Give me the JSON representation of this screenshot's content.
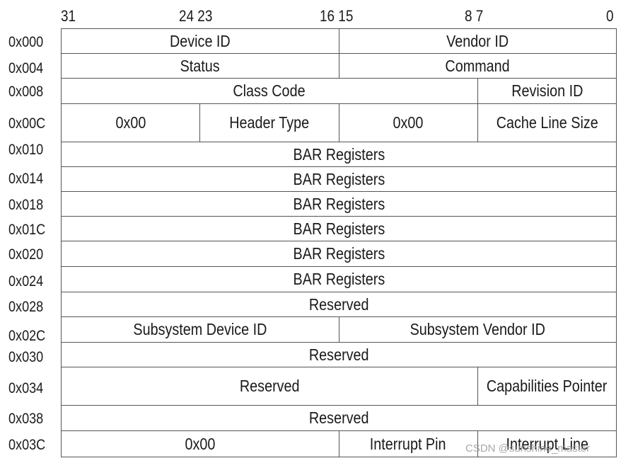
{
  "bit_labels": {
    "b31": "31",
    "b24_23": "24 23",
    "b16_15": "16 15",
    "b8_7": "8 7",
    "b0": "0"
  },
  "rows": [
    {
      "offset": "0x000",
      "fields": [
        {
          "label": "Device ID",
          "span": 2
        },
        {
          "label": "Vendor ID",
          "span": 2
        }
      ]
    },
    {
      "offset": "0x004",
      "fields": [
        {
          "label": "Status",
          "span": 2
        },
        {
          "label": "Command",
          "span": 2
        }
      ]
    },
    {
      "offset": "0x008",
      "fields": [
        {
          "label": "Class Code",
          "span": 3
        },
        {
          "label": "Revision ID",
          "span": 1
        }
      ]
    },
    {
      "offset": "0x00C",
      "fields": [
        {
          "label": "0x00",
          "span": 1
        },
        {
          "label": "Header Type",
          "span": 1
        },
        {
          "label": "0x00",
          "span": 1
        },
        {
          "label": "Cache Line Size",
          "span": 1
        }
      ]
    },
    {
      "offset": "0x010",
      "fields": [
        {
          "label": "BAR Registers",
          "span": 4
        }
      ]
    },
    {
      "offset": "0x014",
      "fields": [
        {
          "label": "BAR Registers",
          "span": 4
        }
      ]
    },
    {
      "offset": "0x018",
      "fields": [
        {
          "label": "BAR Registers",
          "span": 4
        }
      ]
    },
    {
      "offset": "0x01C",
      "fields": [
        {
          "label": "BAR Registers",
          "span": 4
        }
      ]
    },
    {
      "offset": "0x020",
      "fields": [
        {
          "label": "BAR Registers",
          "span": 4
        }
      ]
    },
    {
      "offset": "0x024",
      "fields": [
        {
          "label": "BAR Registers",
          "span": 4
        }
      ]
    },
    {
      "offset": "0x028",
      "fields": [
        {
          "label": "Reserved",
          "span": 4
        }
      ]
    },
    {
      "offset": "0x02C",
      "fields": [
        {
          "label": "Subsystem Device ID",
          "span": 2
        },
        {
          "label": "Subsystem Vendor ID",
          "span": 2
        }
      ]
    },
    {
      "offset": "0x030",
      "fields": [
        {
          "label": "Reserved",
          "span": 4
        }
      ]
    },
    {
      "offset": "0x034",
      "fields": [
        {
          "label": "Reserved",
          "span": 3
        },
        {
          "label": "Capabilities Pointer",
          "span": 1
        }
      ]
    },
    {
      "offset": "0x038",
      "fields": [
        {
          "label": "Reserved",
          "span": 4
        }
      ]
    },
    {
      "offset": "0x03C",
      "fields": [
        {
          "label": "0x00",
          "span": 2
        },
        {
          "label": "Interrupt Pin",
          "span": 1
        },
        {
          "label": "Interrupt Line",
          "span": 1
        }
      ]
    }
  ],
  "watermark": "CSDN @sunshine_master",
  "colors": {
    "border": "#555555",
    "text": "#1a1a1a",
    "watermark": "#9a9a9a"
  }
}
